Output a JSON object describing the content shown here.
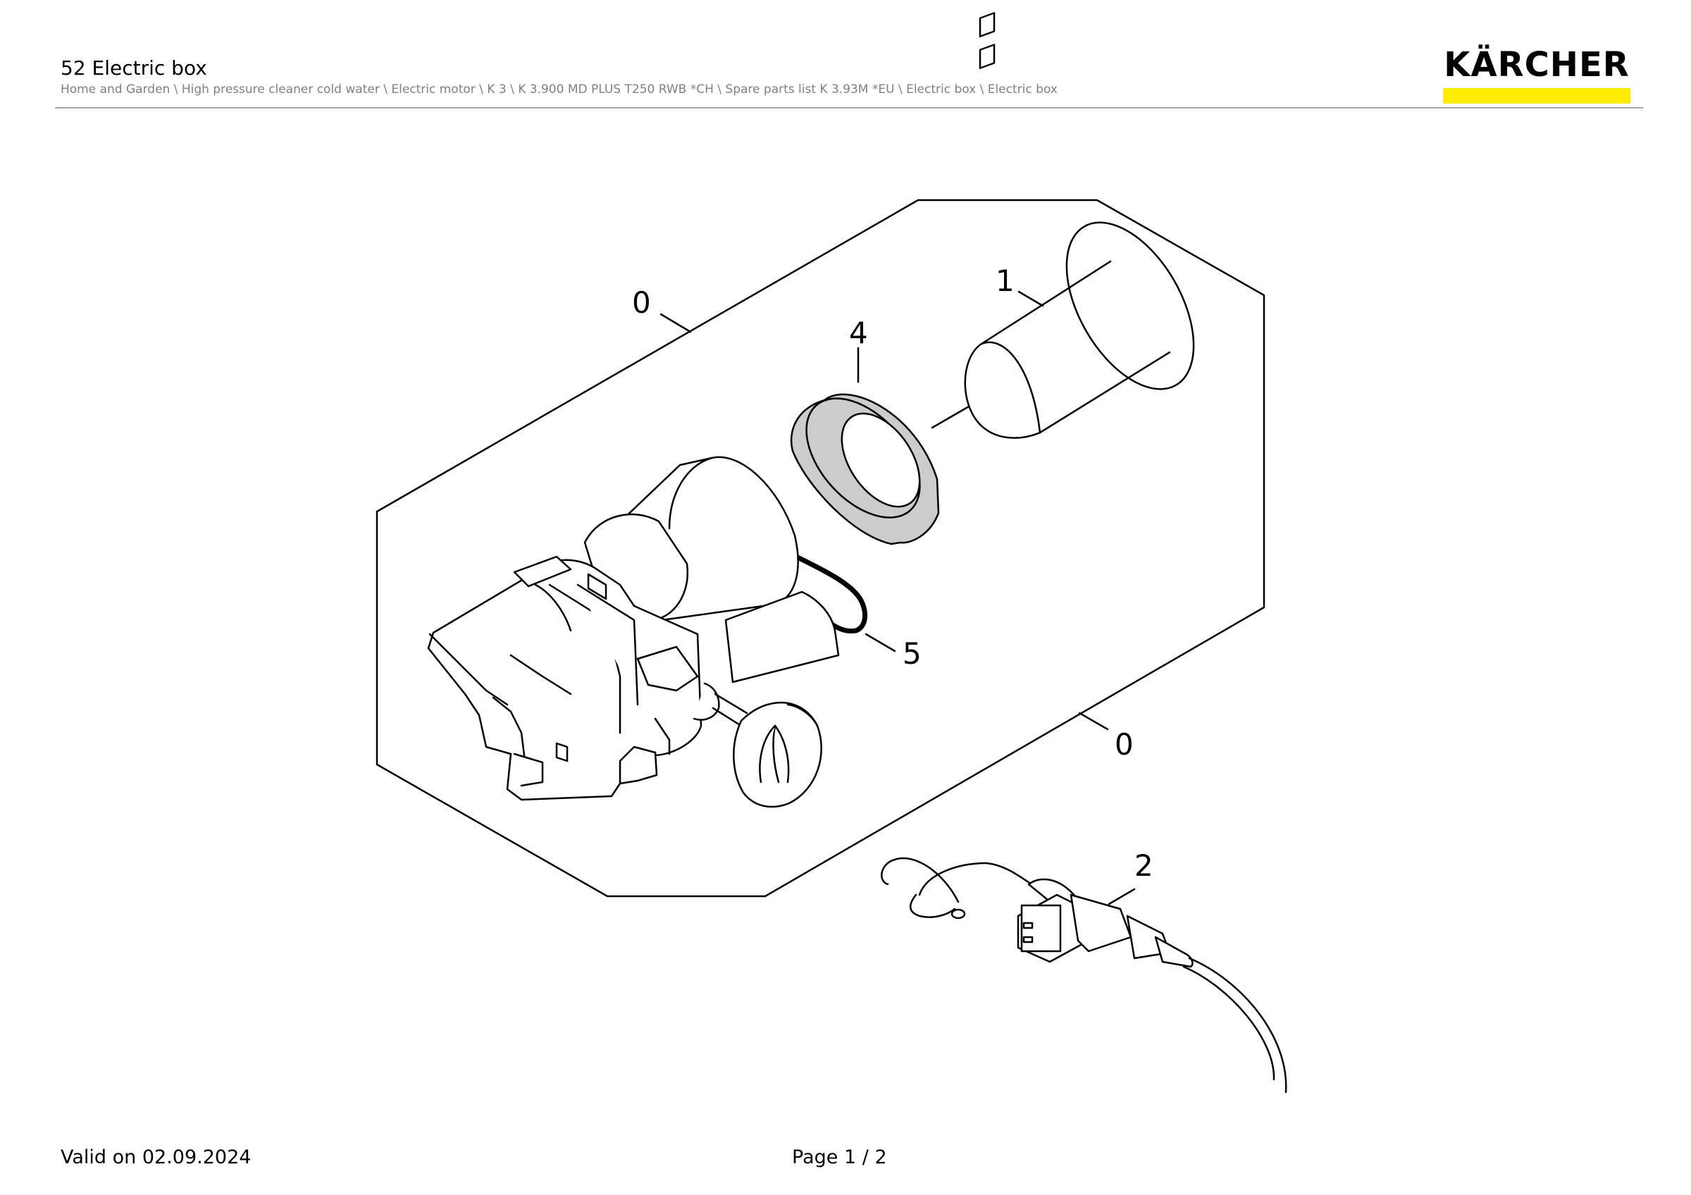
{
  "header": {
    "title": "52 Electric box",
    "breadcrumb": "Home and Garden \\ High pressure cleaner cold water \\ Electric motor \\ K 3 \\ K 3.900 MD PLUS T250 RWB *CH \\ Spare parts list K 3.93M *EU \\ Electric box \\ Electric box",
    "logo_text": "KÄRCHER"
  },
  "colors": {
    "logo_bar": "#ffed00",
    "line": "#000000",
    "ring_fill": "#cccccc",
    "rule": "#a8a8a8"
  },
  "diagram": {
    "callouts": {
      "item_0_top": "0",
      "item_0_bottom": "0",
      "item_1": "1",
      "item_2": "2",
      "item_4": "4",
      "item_5": "5"
    }
  },
  "footer": {
    "valid_on": "Valid on 02.09.2024",
    "page_label": "Page",
    "page_current": "1",
    "page_separator": "/",
    "page_total": "2"
  }
}
